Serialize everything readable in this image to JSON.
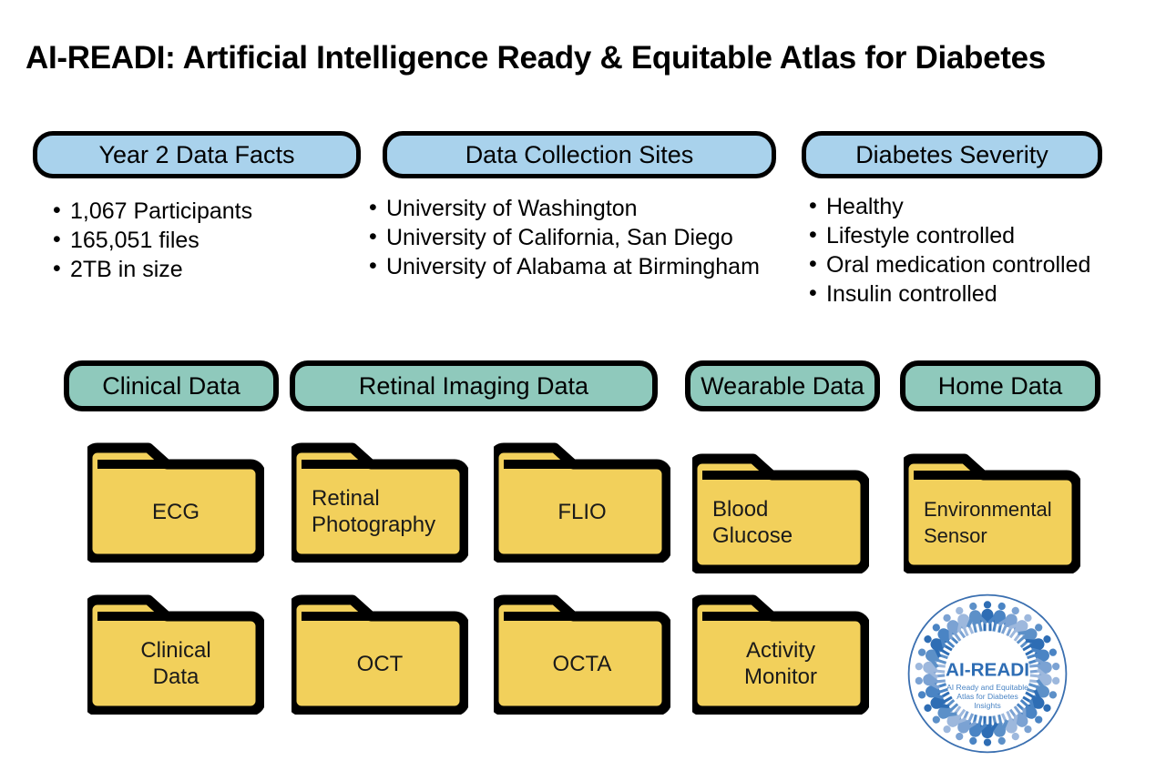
{
  "title": "AI-READI: Artificial Intelligence Ready & Equitable Atlas for Diabetes",
  "panels": [
    {
      "heading": "Year 2 Data Facts",
      "items": [
        "1,067 Participants",
        "165,051 files",
        "2TB in size"
      ]
    },
    {
      "heading": "Data Collection Sites",
      "items": [
        "University of Washington",
        "University of California, San Diego",
        "University of Alabama at Birmingham"
      ]
    },
    {
      "heading": "Diabetes Severity",
      "items": [
        "Healthy",
        "Lifestyle controlled",
        "Oral medication controlled",
        "Insulin controlled"
      ]
    }
  ],
  "categories": [
    {
      "label": "Clinical Data"
    },
    {
      "label": "Retinal Imaging Data"
    },
    {
      "label": "Wearable Data"
    },
    {
      "label": "Home Data"
    }
  ],
  "folders": [
    {
      "label": "ECG",
      "lines": [
        "ECG"
      ]
    },
    {
      "label": "Retinal Photography",
      "lines": [
        "Retinal",
        "Photography"
      ]
    },
    {
      "label": "FLIO",
      "lines": [
        "FLIO"
      ]
    },
    {
      "label": "Blood Glucose",
      "lines": [
        "Blood",
        "Glucose"
      ]
    },
    {
      "label": "Environmental Sensor",
      "lines": [
        "Environmental",
        "Sensor"
      ]
    },
    {
      "label": "Clinical Data",
      "lines": [
        "Clinical",
        "Data"
      ]
    },
    {
      "label": "OCT",
      "lines": [
        "OCT"
      ]
    },
    {
      "label": "OCTA",
      "lines": [
        "OCTA"
      ]
    },
    {
      "label": "Activity Monitor",
      "lines": [
        "Activity",
        "Monitor"
      ]
    }
  ],
  "logo": {
    "name": "AI-READI",
    "tagline_line1": "AI Ready and Equitable",
    "tagline_line2": "Atlas for Diabetes",
    "tagline_line3": "Insights"
  },
  "colors": {
    "blue_pill": "#a9d2ec",
    "teal_pill": "#8fc9bc",
    "folder_yellow": "#f2d05b",
    "outline": "#000000",
    "logo_blue": "#2e6db4",
    "logo_light_blue": "#8aa9d6"
  }
}
